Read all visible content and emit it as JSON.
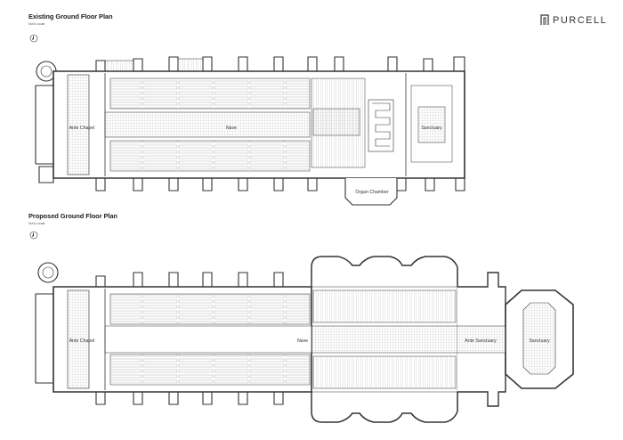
{
  "brand": {
    "name": "PURCELL",
    "logo_icon": "purcell-mark-icon"
  },
  "existing": {
    "title": "Existing Ground Floor Plan",
    "subtitle": "Not to scale",
    "rooms": {
      "ante_chapel": "Ante Chapel",
      "nave": "Nave",
      "sanctuary": "Sanctuary",
      "organ_chamber": "Organ Chamber"
    }
  },
  "proposed": {
    "title": "Proposed Ground Floor Plan",
    "subtitle": "Not to scale",
    "rooms": {
      "ante_chapel": "Ante Chapel",
      "nave": "Nave",
      "ante_sanctuary": "Ante Sanctuary",
      "sanctuary": "Sanctuary"
    }
  },
  "colors": {
    "line": "#333333",
    "hatch": "#9a9a9a",
    "paving": "#d6d6d6"
  }
}
